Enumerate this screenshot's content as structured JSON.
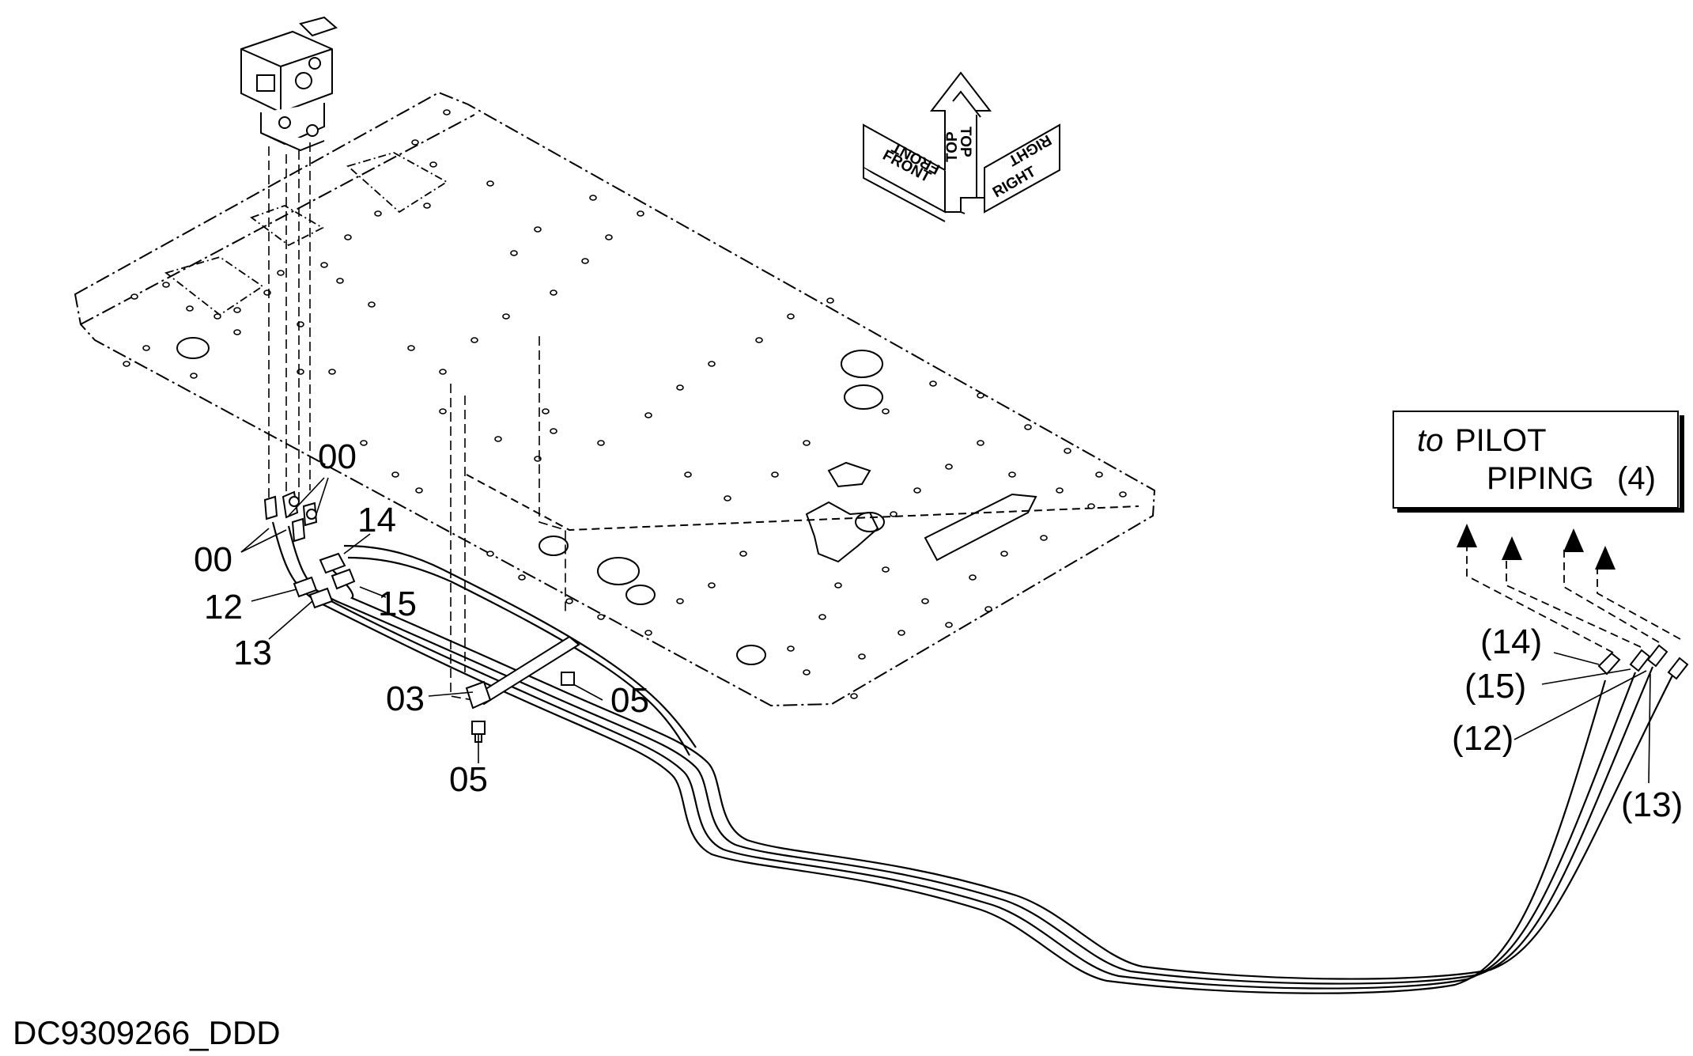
{
  "drawing_id": "DC9309266_DDD",
  "orientation": {
    "front": "FRONT",
    "top": "TOP",
    "right": "RIGHT"
  },
  "destination_note": {
    "prefix": "to",
    "line1": "PILOT",
    "line2": "PIPING",
    "ref": "(4)"
  },
  "callouts": {
    "fitting_a": "00",
    "fitting_b": "00",
    "hose_14": "14",
    "hose_15": "15",
    "hose_12": "12",
    "hose_13": "13",
    "clamp_03": "03",
    "bolt_05_a": "05",
    "bolt_05_b": "05"
  },
  "end_refs": {
    "ref_14": "(14)",
    "ref_15": "(15)",
    "ref_12": "(12)",
    "ref_13": "(13)"
  }
}
